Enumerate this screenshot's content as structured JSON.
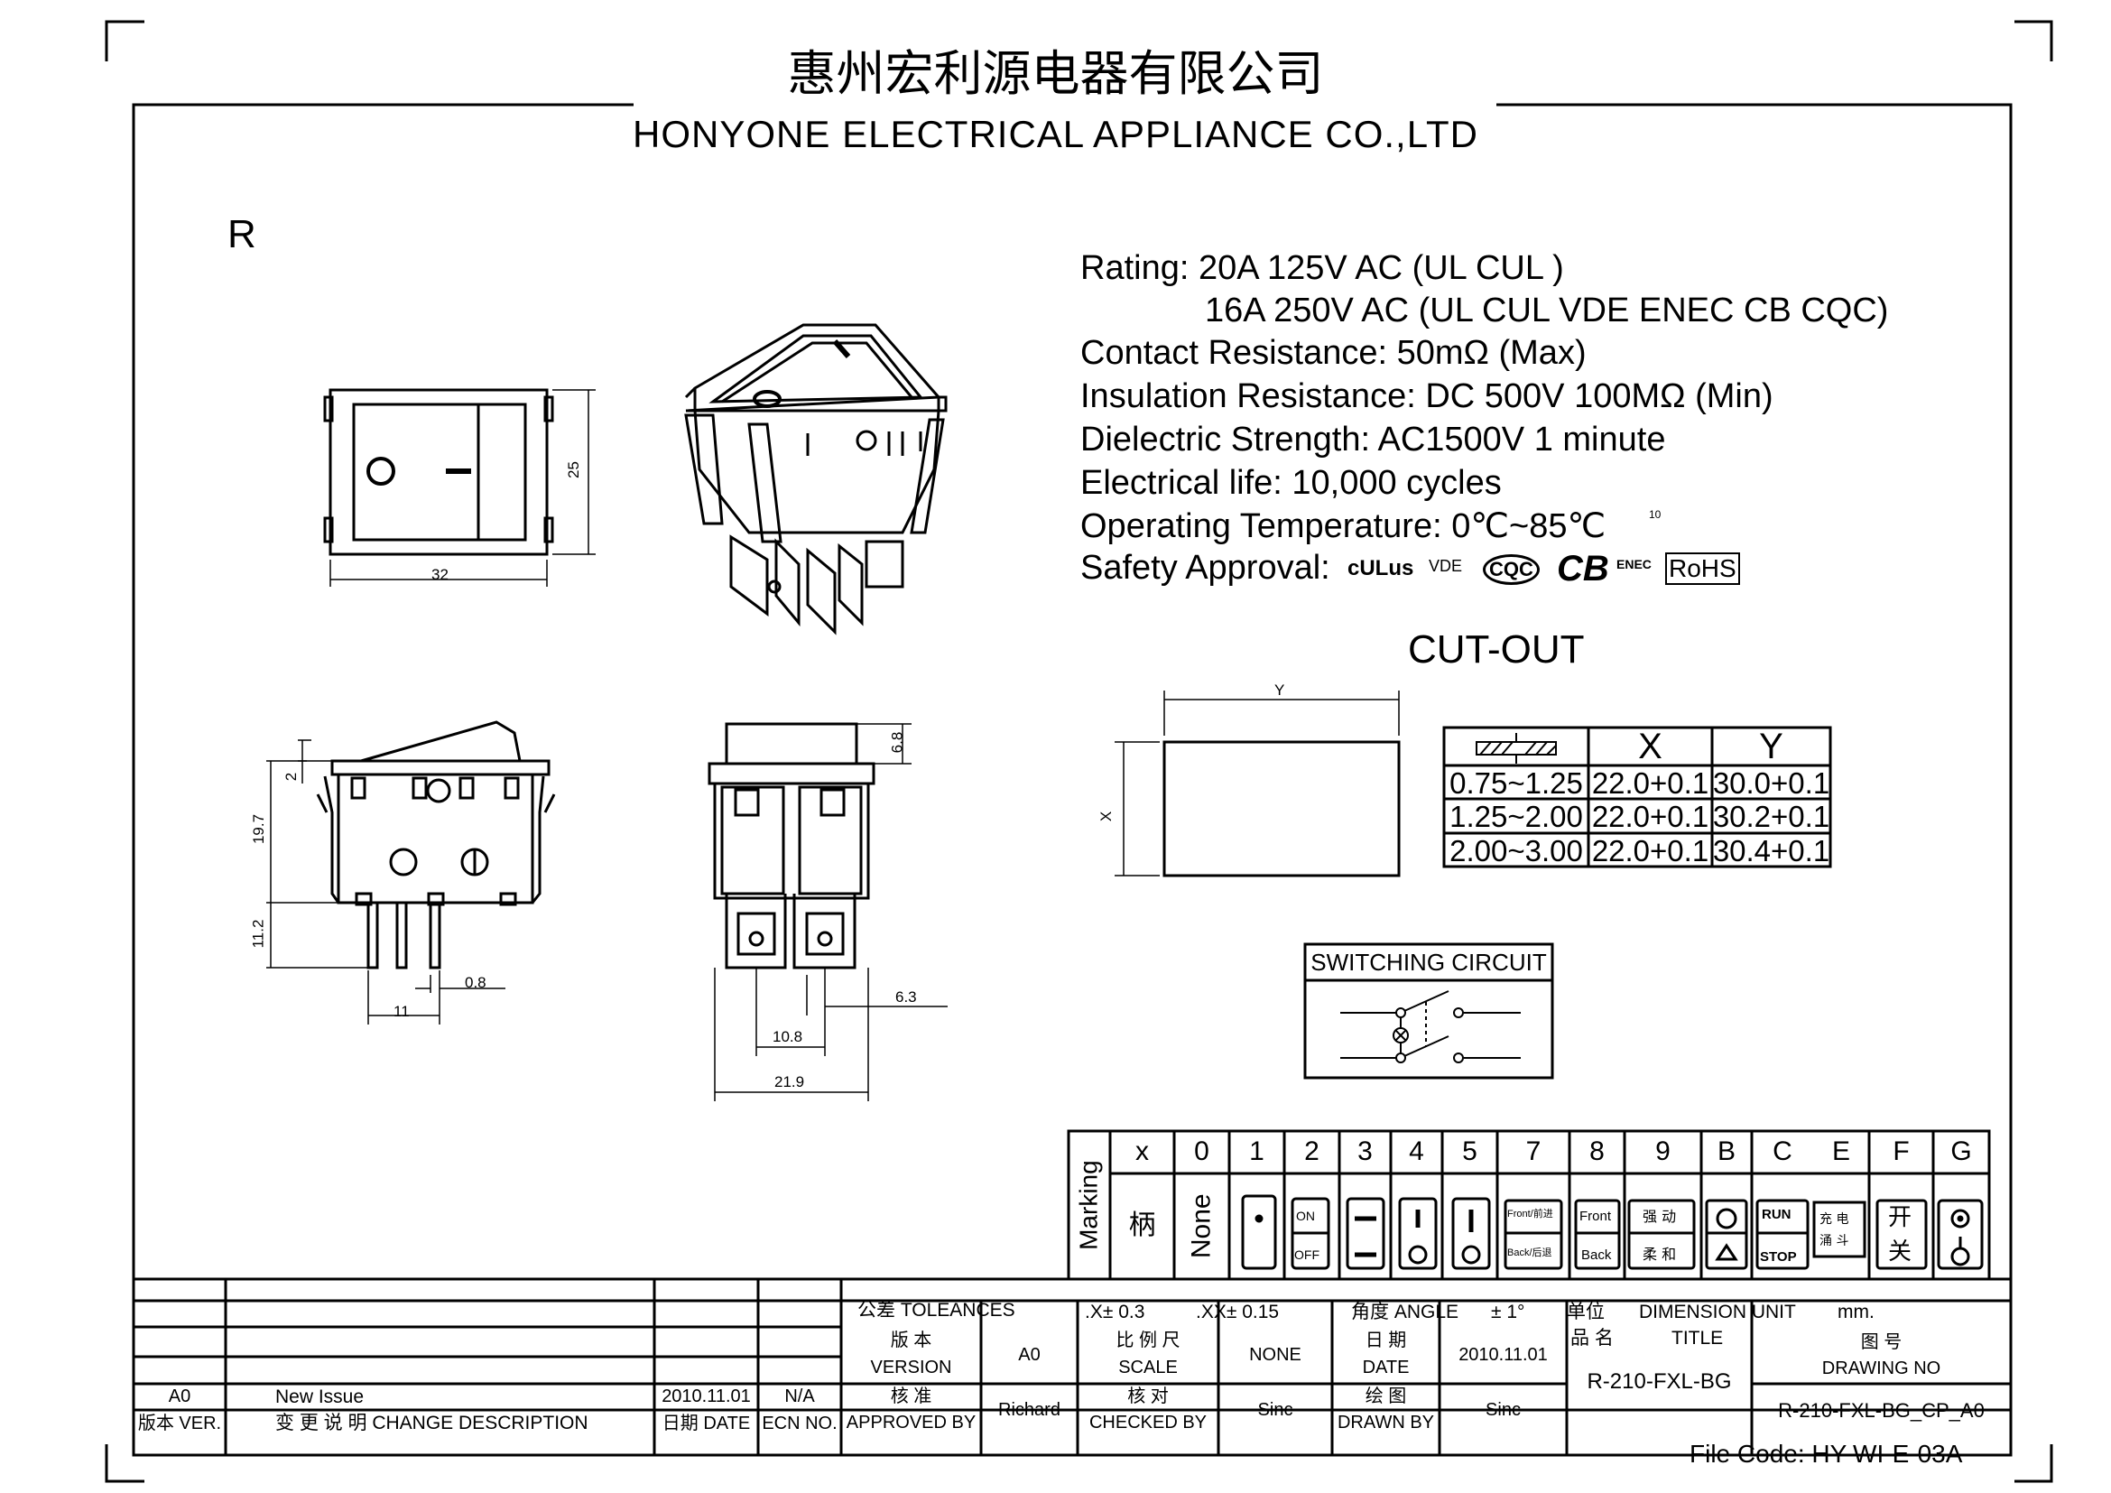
{
  "header": {
    "company_cn": "惠州宏利源电器有限公司",
    "company_en": "HONYONE ELECTRICAL APPLIANCE CO.,LTD"
  },
  "variant_mark": "R",
  "specs": {
    "rating_1": "Rating: 20A 125V AC (UL  CUL  )",
    "rating_2": "16A 250V AC (UL  CUL  VDE ENEC CB CQC)",
    "contact_resistance": "Contact Resistance: 50mΩ (Max)",
    "insulation_resistance": "Insulation Resistance: DC 500V 100MΩ  (Min)",
    "dielectric_strength": "Dielectric Strength: AC1500V 1 minute",
    "electrical_life": "Electrical life: 10,000 cycles",
    "operating_temperature": "Operating Temperature: 0℃~85℃",
    "temp_superscript": "10",
    "safety_approval": "Safety Approval:",
    "approval_marks": [
      "cULus",
      "VDE",
      "CQC",
      "CB",
      "ENEC",
      "RoHS"
    ]
  },
  "dimensions": {
    "front_width": "32",
    "front_height": "25",
    "side_2": "2",
    "side_19_7": "19.7",
    "side_11_2": "11.2",
    "side_0_8": "0.8",
    "side_11": "11",
    "end_6_8": "6.8",
    "end_6_3": "6.3",
    "end_10_8": "10.8",
    "end_21_9": "21.9",
    "cut_y": "Y",
    "cut_x": "X"
  },
  "cutout": {
    "title": "CUT-OUT",
    "col_x": "X",
    "col_y": "Y",
    "rows": [
      {
        "thickness": "0.75~1.25",
        "x": "22.0+0.1",
        "y": "30.0+0.1"
      },
      {
        "thickness": "1.25~2.00",
        "x": "22.0+0.1",
        "y": "30.2+0.1"
      },
      {
        "thickness": "2.00~3.00",
        "x": "22.0+0.1",
        "y": "30.4+0.1"
      }
    ]
  },
  "switching_circuit": {
    "title": "SWITCHING CIRCUIT"
  },
  "marking": {
    "label": "Marking",
    "codes": [
      "x",
      "0",
      "1",
      "2",
      "3",
      "4",
      "5",
      "7",
      "8",
      "9",
      "B",
      "C",
      "E",
      "F",
      "G"
    ],
    "symbols": [
      "柄",
      "None",
      "",
      "",
      "",
      "",
      "",
      "",
      "",
      "",
      "",
      "",
      "",
      "",
      ""
    ],
    "code7_top": "Front/前进",
    "code7_bottom": "Back/后退",
    "code8_top": "Front",
    "code8_bottom": "Back",
    "code9_top": "强 动",
    "code9_bottom": "柔 和",
    "codeC_top": "RUN",
    "codeC_bottom": "STOP",
    "codeE_top": "充 电",
    "codeE_bottom": "涌 斗",
    "codeF_top": "开",
    "codeF_bottom": "关",
    "code2_top": "ON",
    "code2_bottom": "OFF"
  },
  "title_block": {
    "tolerances_label": "公差 TOLEANCES",
    "tol_x": ".X± 0.3",
    "tol_xx": ".XX± 0.15",
    "angle_label": "角度 ANGLE",
    "angle_value": "± 1°",
    "unit_label": "单位",
    "dimension_unit_label": "DIMENSION UNIT",
    "unit_value": "mm.",
    "version_cn": "版 本",
    "version_en": "VERSION",
    "version_value": "A0",
    "scale_cn": "比 例 尺",
    "scale_en": "SCALE",
    "scale_value": "NONE",
    "date_cn": "日 期",
    "date_en": "DATE",
    "date_value": "2010.11.01",
    "name_cn": "品 名",
    "title_en": "TITLE",
    "title_value": "R-210-FXL-BG",
    "drawing_no_cn": "图 号",
    "drawing_no_en": "DRAWING NO",
    "drawing_no_value": "R-210-FXL-BG_CP_A0",
    "approved_cn": "核 准",
    "approved_en": "APPROVED BY",
    "approved_value": "Richard",
    "checked_cn": "核 对",
    "checked_en": "CHECKED BY",
    "checked_value": "Sinc",
    "drawn_cn": "绘 图",
    "drawn_en": "DRAWN BY",
    "drawn_value": "Sinc",
    "rev_version": "A0",
    "rev_description": "New Issue",
    "rev_date": "2010.11.01",
    "rev_ecn": "N/A",
    "hdr_version": "版本 VER.",
    "hdr_change": "变 更 说 明  CHANGE DESCRIPTION",
    "hdr_date": "日期 DATE",
    "hdr_ecn": "ECN NO."
  },
  "file_code": "File Code: HY-WI-E-03A"
}
